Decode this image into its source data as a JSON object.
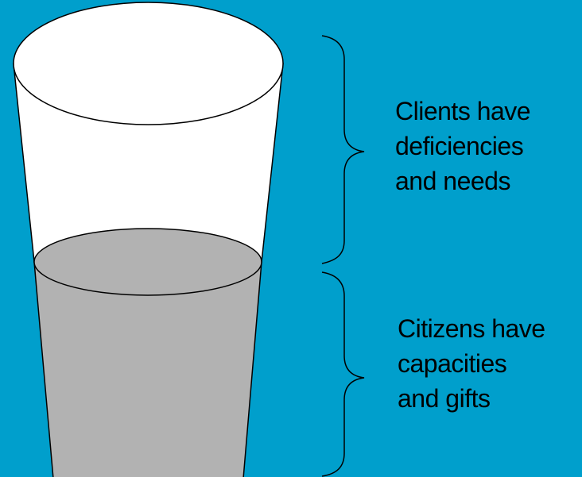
{
  "colors": {
    "background": "#009FCC",
    "glass_empty": "#FFFFFF",
    "glass_filled": "#B2B2B2",
    "outline": "#000000",
    "text": "#000000"
  },
  "glass": {
    "fill_level_fraction": 0.5
  },
  "labels": {
    "top": {
      "lines": [
        "Clients have",
        "deficiencies",
        "and needs"
      ]
    },
    "bottom": {
      "lines": [
        "Citizens have",
        "capacities",
        "and gifts"
      ]
    }
  }
}
